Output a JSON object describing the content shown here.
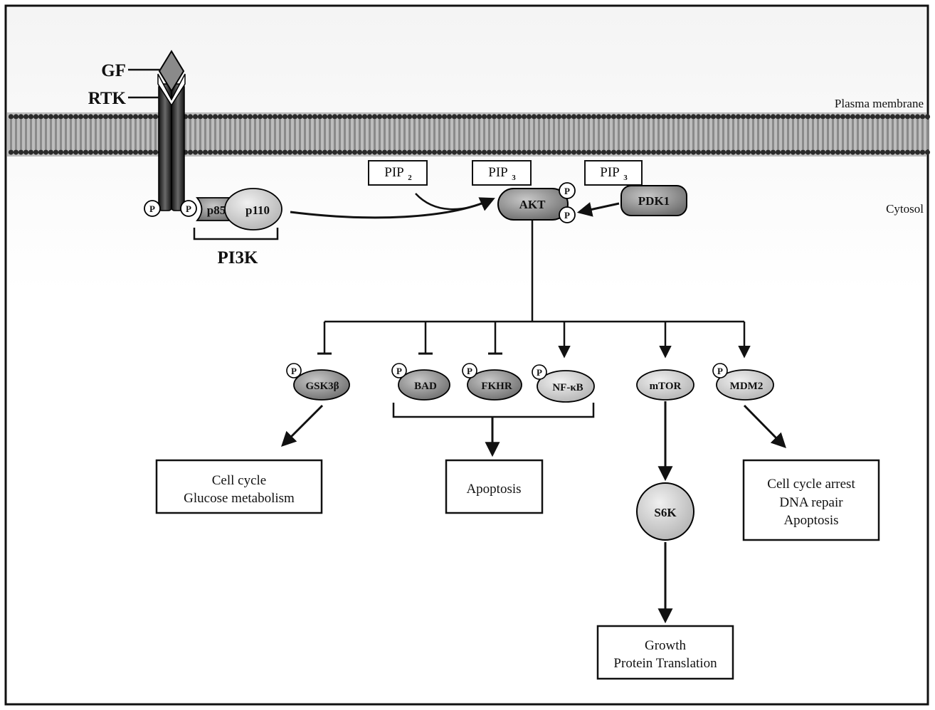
{
  "labels": {
    "gf": "GF",
    "rtk": "RTK",
    "plasma_membrane": "Plasma membrane",
    "cytosol": "Cytosol",
    "pi3k": "PI3K",
    "p85": "p85",
    "p110": "p110",
    "phospho": "P",
    "pip": "PIP",
    "sub2": "2",
    "sub3": "3",
    "akt": "AKT",
    "pdk1": "PDK1",
    "gsk3b": "GSK3β",
    "bad": "BAD",
    "fkhr": "FKHR",
    "nfkb": "NF-κB",
    "mtor": "mTOR",
    "mdm2": "MDM2",
    "s6k": "S6K"
  },
  "outcomes": {
    "gsk": [
      "Cell cycle",
      "Glucose metabolism"
    ],
    "apoptosis": [
      "Apoptosis"
    ],
    "growth": [
      "Growth",
      "Protein Translation"
    ],
    "mdm2": [
      "Cell cycle arrest",
      "DNA repair",
      "Apoptosis"
    ]
  },
  "colors": {
    "membrane_head": "#2a2a2a",
    "membrane_band": "#8a8a8a",
    "node_dark": "#8f8f8f",
    "node_light": "#d4d4d4",
    "line": "#111111"
  }
}
